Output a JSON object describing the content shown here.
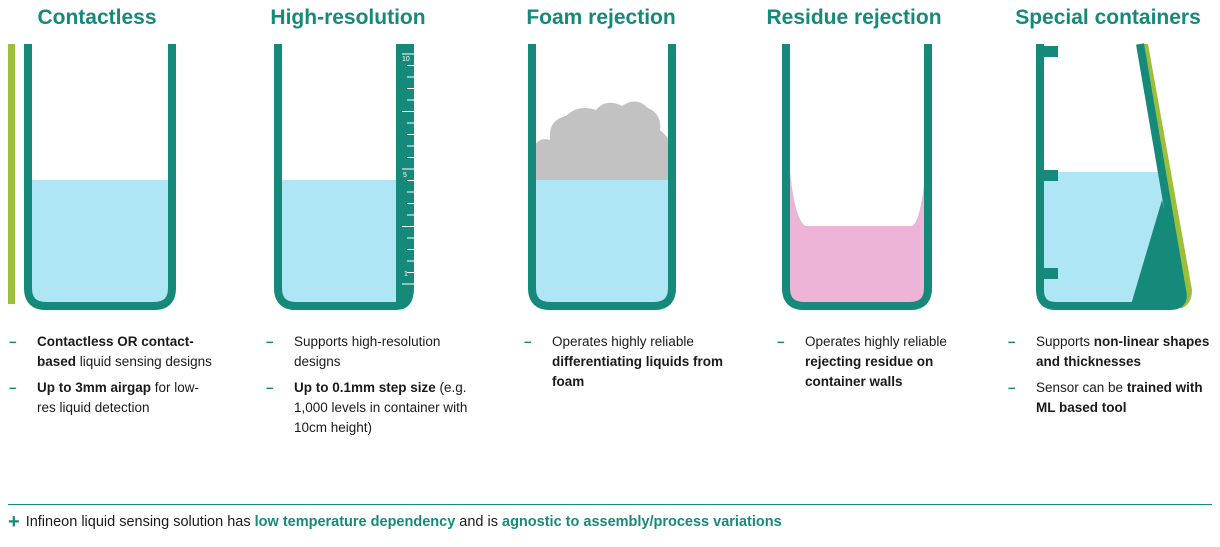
{
  "columns": [
    {
      "title": "Contactless",
      "bullets": [
        [
          {
            "t": "Contactless OR",
            "b": true
          },
          {
            "t": " ",
            "b": false
          },
          {
            "t": "contact-based",
            "b": true
          },
          {
            "t": " liquid sensing designs",
            "b": false
          }
        ],
        [
          {
            "t": "Up to 3mm airgap",
            "b": true
          },
          {
            "t": " for low-res liquid detection",
            "b": false
          }
        ]
      ]
    },
    {
      "title": "High-resolution",
      "bullets": [
        [
          {
            "t": "Supports high-resolution designs",
            "b": false
          }
        ],
        [
          {
            "t": "Up to 0.1mm step size",
            "b": true
          },
          {
            "t": " (e.g. 1,000 levels in container with 10cm height)",
            "b": false
          }
        ]
      ]
    },
    {
      "title": "Foam rejection",
      "bullets": [
        [
          {
            "t": "Operates highly reliable ",
            "b": false
          },
          {
            "t": "differentiating liquids from foam",
            "b": true
          }
        ]
      ]
    },
    {
      "title": "Residue rejection",
      "bullets": [
        [
          {
            "t": "Operates highly reliable ",
            "b": false
          },
          {
            "t": "rejecting residue on container walls",
            "b": true
          }
        ]
      ]
    },
    {
      "title": "Special containers",
      "bullets": [
        [
          {
            "t": "Supports ",
            "b": false
          },
          {
            "t": "non-linear shapes and thicknesses",
            "b": true
          }
        ],
        [
          {
            "t": "Sensor can be ",
            "b": false
          },
          {
            "t": "trained with ML based tool",
            "b": true
          }
        ]
      ]
    }
  ],
  "bullet_marker": "–",
  "scale_labels": {
    "top": "10",
    "mid": "5",
    "low": "1"
  },
  "footer": {
    "plus": "+",
    "segments": [
      {
        "t": "Infineon liquid sensing solution has ",
        "hl": false
      },
      {
        "t": "low temperature dependency",
        "hl": true
      },
      {
        "t": " and is ",
        "hl": false
      },
      {
        "t": "agnostic to assembly/process variations",
        "hl": true
      }
    ]
  },
  "colors": {
    "teal": "#168a7a",
    "liquid": "#aee6f6",
    "foam": "#c2c2c2",
    "residue": "#eeb4d8",
    "sensor_strip": "#9cbf3b"
  }
}
